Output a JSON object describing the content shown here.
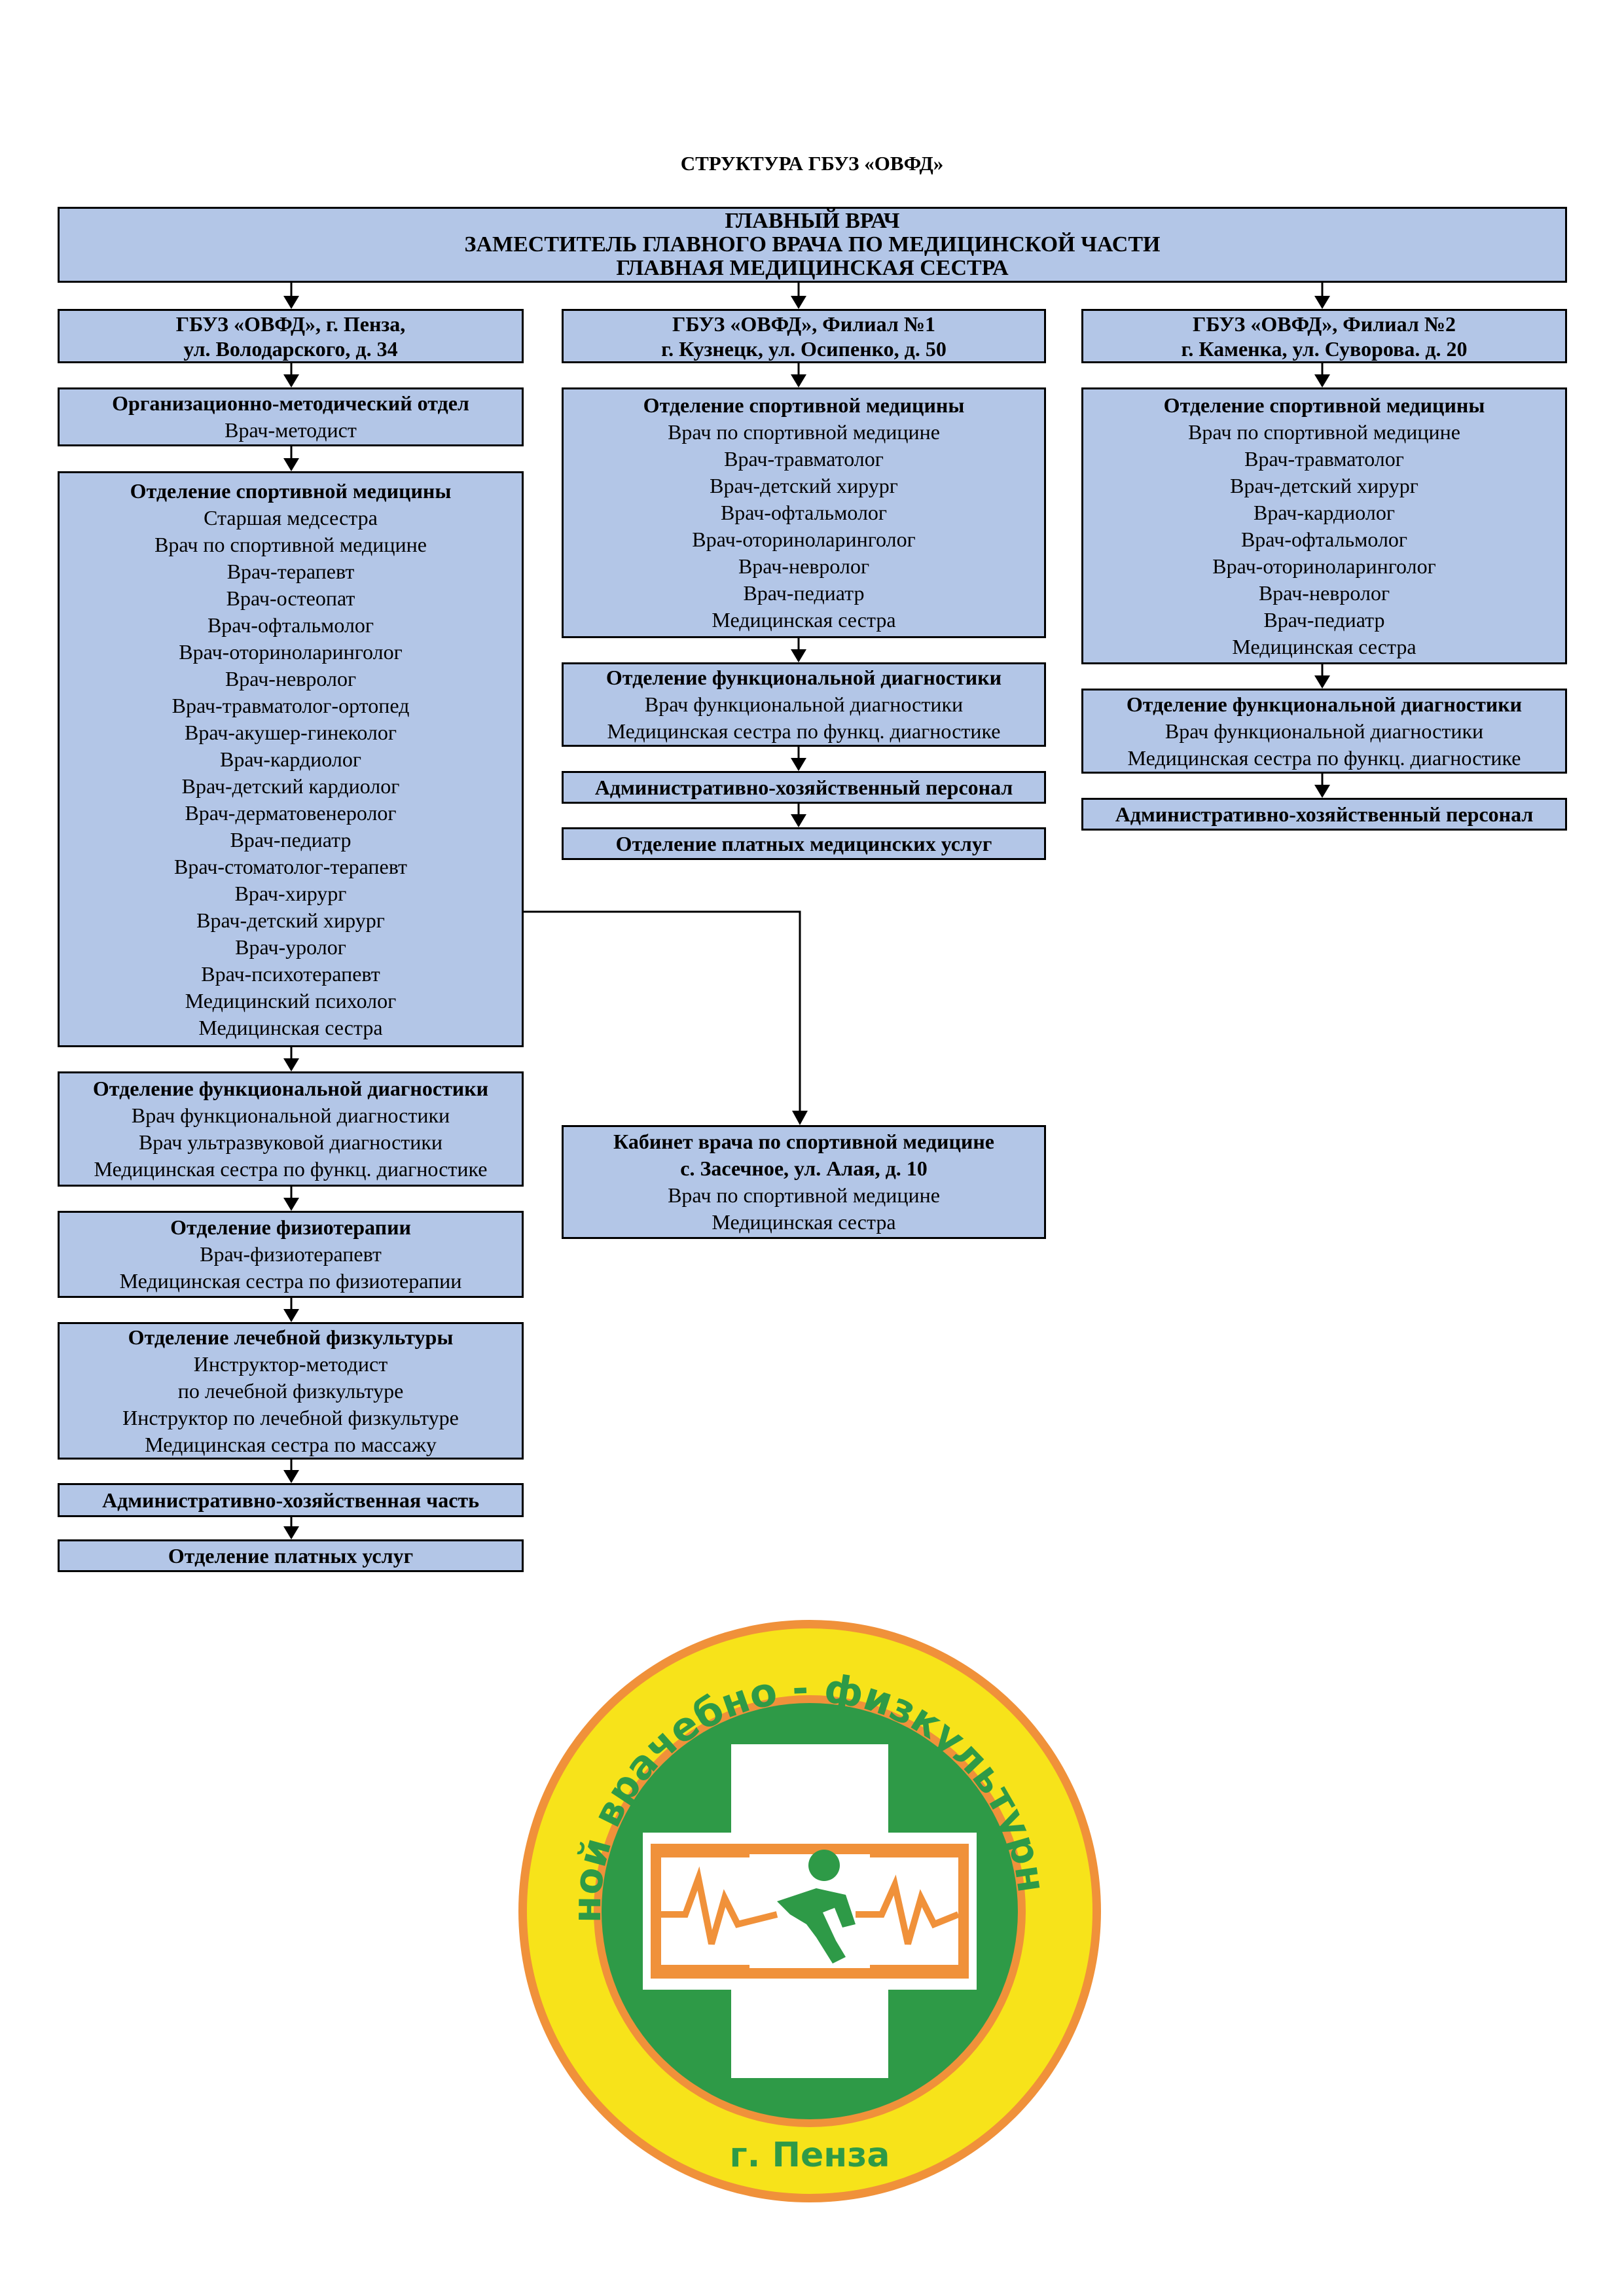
{
  "title": "СТРУКТУРА ГБУЗ «ОВФД»",
  "top": [
    "ГЛАВНЫЙ ВРАЧ",
    "ЗАМЕСТИТЕЛЬ ГЛАВНОГО ВРАЧА ПО МЕДИЦИНСКОЙ ЧАСТИ",
    "ГЛАВНАЯ МЕДИЦИНСКАЯ СЕСТРА"
  ],
  "col1": {
    "branch": [
      "ГБУЗ «ОВФД», г. Пенза,",
      "ул. Володарского, д. 34"
    ],
    "org": {
      "head": "Организационно-методический отдел",
      "items": [
        "Врач-методист"
      ]
    },
    "sport": {
      "head": "Отделение спортивной медицины",
      "items": [
        "Старшая медсестра",
        "Врач по спортивной медицине",
        "Врач-терапевт",
        "Врач-остеопат",
        "Врач-офтальмолог",
        "Врач-оториноларинголог",
        "Врач-невролог",
        "Врач-травматолог-ортопед",
        "Врач-акушер-гинеколог",
        "Врач-кардиолог",
        "Врач-детский кардиолог",
        "Врач-дерматовенеролог",
        "Врач-педиатр",
        "Врач-стоматолог-терапевт",
        "Врач-хирург",
        "Врач-детский хирург",
        "Врач-уролог",
        "Врач-психотерапевт",
        "Медицинский психолог",
        "Медицинская сестра"
      ]
    },
    "func": {
      "head": "Отделение функциональной диагностики",
      "items": [
        "Врач функциональной диагностики",
        "Врач ультразвуковой диагностики",
        "Медицинская сестра по функц. диагностике"
      ]
    },
    "physio": {
      "head": "Отделение физиотерапии",
      "items": [
        "Врач-физиотерапевт",
        "Медицинская сестра по физиотерапии"
      ]
    },
    "lfk": {
      "head": "Отделение лечебной физкультуры",
      "items": [
        "Инструктор-методист",
        "по лечебной физкультуре",
        "Инструктор по лечебной физкультуре",
        "Медицинская сестра по массажу"
      ]
    },
    "admin": "Административно-хозяйственная часть",
    "paid": "Отделение платных услуг"
  },
  "col2": {
    "branch": [
      "ГБУЗ «ОВФД», Филиал №1",
      "г. Кузнецк, ул. Осипенко, д. 50"
    ],
    "sport": {
      "head": "Отделение спортивной медицины",
      "items": [
        "Врач по спортивной медицине",
        "Врач-травматолог",
        "Врач-детский хирург",
        "Врач-офтальмолог",
        "Врач-оториноларинголог",
        "Врач-невролог",
        "Врач-педиатр",
        "Медицинская сестра"
      ]
    },
    "func": {
      "head": "Отделение функциональной диагностики",
      "items": [
        "Врач функциональной диагностики",
        "Медицинская сестра по функц. диагностике"
      ]
    },
    "admin": "Административно-хозяйственный персонал",
    "paid": "Отделение платных медицинских услуг",
    "cabinet": {
      "head": [
        "Кабинет врача по спортивной медицине",
        "с. Засечное, ул. Алая, д. 10"
      ],
      "items": [
        "Врач по спортивной медицине",
        "Медицинская сестра"
      ]
    }
  },
  "col3": {
    "branch": [
      "ГБУЗ «ОВФД», Филиал №2",
      "г. Каменка, ул. Суворова. д. 20"
    ],
    "sport": {
      "head": "Отделение спортивной медицины",
      "items": [
        "Врач по спортивной медицине",
        "Врач-травматолог",
        "Врач-детский хирург",
        "Врач-кардиолог",
        "Врач-офтальмолог",
        "Врач-оториноларинголог",
        "Врач-невролог",
        "Врач-педиатр",
        "Медицинская сестра"
      ]
    },
    "func": {
      "head": "Отделение функциональной диагностики",
      "items": [
        "Врач функциональной диагностики",
        "Медицинская сестра по функц. диагностике"
      ]
    },
    "admin": "Административно-хозяйственный персонал"
  },
  "logo": {
    "ring_text": "ГБУЗ «Областной врачебно - физкультурный диспансер»",
    "city": "г. Пенза",
    "colors": {
      "yellow": "#f7e31a",
      "orange": "#f0913a",
      "green": "#2e9a47",
      "white": "#ffffff"
    }
  }
}
